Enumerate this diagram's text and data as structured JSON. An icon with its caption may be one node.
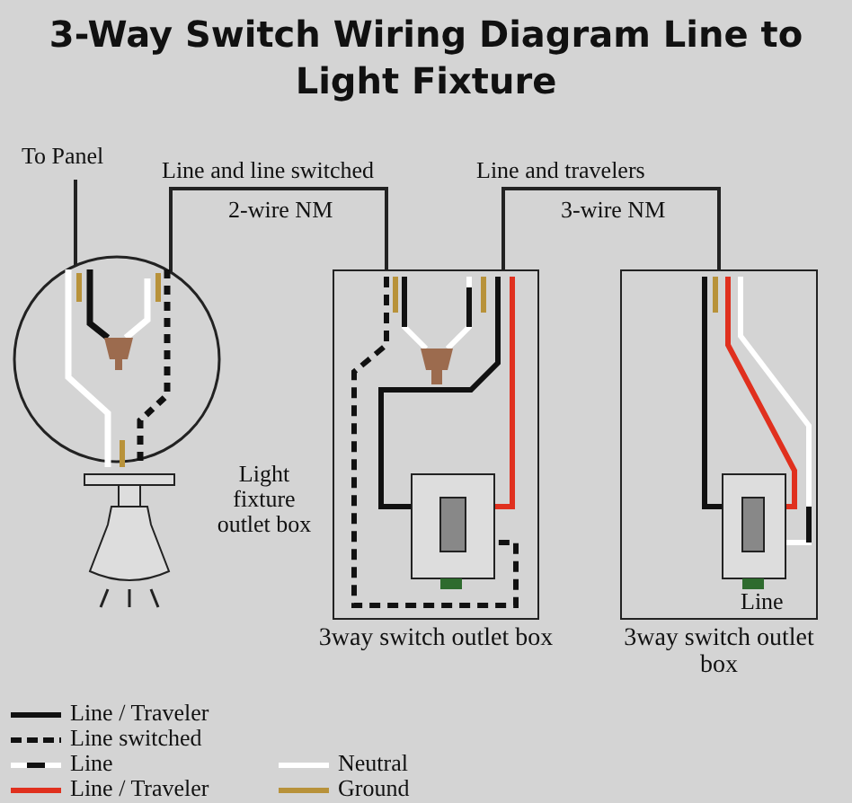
{
  "diagram": {
    "title": "3-Way Switch Wiring Diagram Line to Light Fixture",
    "nodes": [
      {
        "text": [
          "Light fixture outlet box"
        ]
      },
      {
        "text": [
          "3way switch outlet box"
        ]
      },
      {
        "text": [
          "3way switch outlet box"
        ]
      }
    ],
    "edges": [
      {
        "from": null,
        "to": 0,
        "arrow": "none",
        "label": "To Panel"
      },
      {
        "from": 0,
        "to": 1,
        "arrow": "none",
        "label": "2-wire NM"
      },
      {
        "from": 1,
        "to": 2,
        "arrow": "none",
        "label": "3-wire NM"
      }
    ],
    "labels": [
      "Line and line switched",
      "Line and travelers",
      "Line"
    ],
    "legend": [
      {
        "text": "Line / Traveler",
        "color": "#111111"
      },
      {
        "text": "Line switched"
      },
      {
        "text": "Line"
      },
      {
        "text": "Line / Traveler",
        "color": "#e0301e"
      },
      {
        "text": "Neutral",
        "color": "#ffffff"
      },
      {
        "text": "Ground",
        "color": "#b8923a"
      }
    ]
  }
}
